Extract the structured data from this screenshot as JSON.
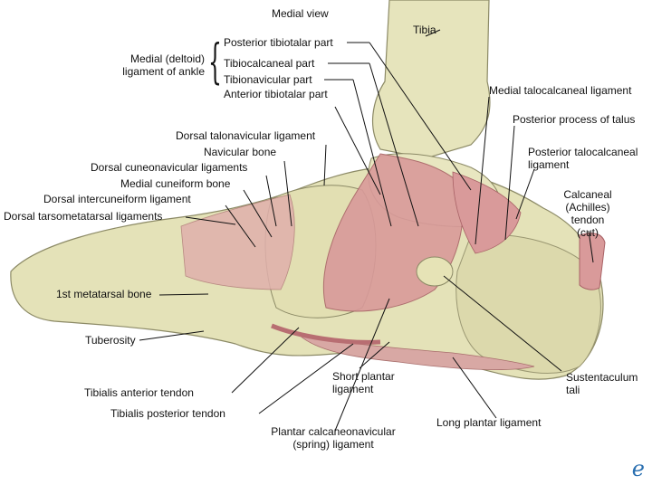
{
  "title": "Medial view",
  "labels": {
    "tibia": "Tibia",
    "deltoid_group": "Medial (deltoid)\nligament of ankle",
    "posterior_tibiotalar": "Posterior tibiotalar part",
    "tibiocalcaneal": "Tibiocalcaneal part",
    "tibionavicular": "Tibionavicular part",
    "anterior_tibiotalar": "Anterior tibiotalar part",
    "medial_talocalcaneal": "Medial talocalcaneal ligament",
    "posterior_process_talus": "Posterior process of talus",
    "posterior_talocalcaneal": "Posterior talocalcaneal\nligament",
    "calcaneal_tendon": "Calcaneal\n(Achilles)\ntendon\n(cut)",
    "dorsal_talonavicular": "Dorsal talonavicular ligament",
    "navicular_bone": "Navicular bone",
    "dorsal_cuneonavicular": "Dorsal cuneonavicular ligaments",
    "medial_cuneiform": "Medial cuneiform bone",
    "dorsal_intercuneiform": "Dorsal intercuneiform ligament",
    "dorsal_tarsometatarsal": "Dorsal tarsometatarsal ligaments",
    "first_metatarsal": "1st metatarsal bone",
    "tuberosity": "Tuberosity",
    "sustentaculum_tali": "Sustentaculum\ntali",
    "short_plantar": "Short plantar\nligament",
    "tibialis_anterior": "Tibialis anterior tendon",
    "tibialis_posterior": "Tibialis posterior tendon",
    "long_plantar": "Long plantar ligament",
    "spring_ligament": "Plantar calcaneonavicular\n(spring) ligament"
  },
  "logo": "e",
  "colors": {
    "bone": "#e4e2b8",
    "bone_shadow": "#b8b48a",
    "ligament": "#d99a9a",
    "ligament_dark": "#b86e72",
    "leader": "#111111"
  }
}
